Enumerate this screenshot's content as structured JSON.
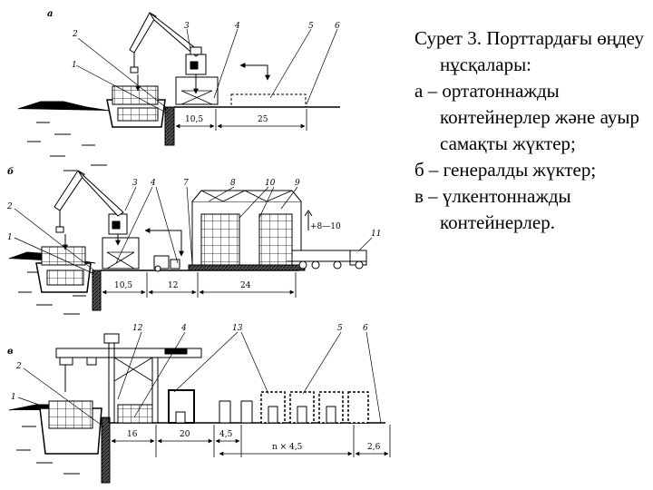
{
  "caption": {
    "title": "Сурет 3. Порттардағы өңдеу нұсқалары:",
    "items": [
      "а – ортатоннажды контейнерлер және ауыр самақты жүктер;",
      "б – генералды жүктер;",
      "в – үлкентоннажды контейнерлер."
    ]
  },
  "diagram": {
    "section_a": {
      "letter": "а",
      "labels": [
        "1",
        "2",
        "3",
        "4",
        "5",
        "6"
      ],
      "dims": [
        "10,5",
        "25"
      ]
    },
    "section_b": {
      "letter": "б",
      "labels": [
        "1",
        "2",
        "3",
        "4",
        "7",
        "8",
        "10",
        "9",
        "11"
      ],
      "level": "+8—10",
      "dims": [
        "10,5",
        "12",
        "24"
      ]
    },
    "section_c": {
      "letter": "в",
      "labels": [
        "1",
        "2",
        "12",
        "4",
        "13",
        "5",
        "6"
      ],
      "dims": [
        "16",
        "20",
        "4,5",
        "n × 4,5",
        "2,6"
      ]
    }
  }
}
